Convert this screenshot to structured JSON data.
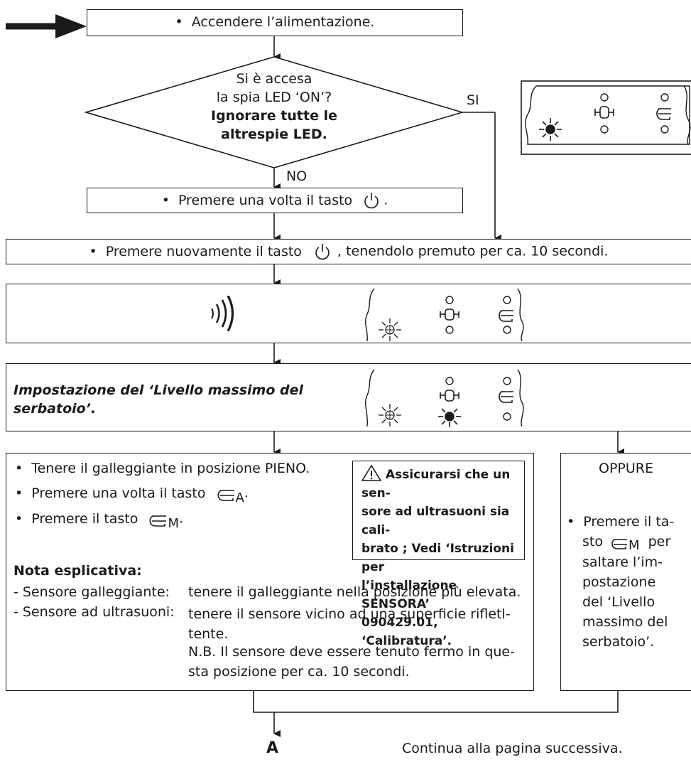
{
  "step1": {
    "text": "Accendere l’alimentazione."
  },
  "decision": {
    "line1": "Si è accesa",
    "line2": "la spia LED ‘ON’?",
    "line3": "Ignorare tutte le",
    "line4": "altrespie LED.",
    "yes": "SI",
    "no": "NO"
  },
  "step2": {
    "text_before": "Premere una volta il tasto",
    "text_after": "."
  },
  "step3": {
    "text_before": "Premere nuovamente il tasto",
    "text_after": ", tenendolo premuto per ca. 10 secondi."
  },
  "step5": {
    "title": "Impostazione del ‘Livello massimo del serbatoio’."
  },
  "left_panel": {
    "bullets": [
      "Tenere il galleggiante in posizione PIENO.",
      "Premere una volta il tasto",
      "Premere il tasto"
    ],
    "sub_A": "A",
    "sub_M": "M",
    "note_title": "Nota esplicativa:",
    "note_rows": [
      {
        "label": "- Sensore galleggiante:",
        "text": "tenere il galleggiante nella posizione più elevata."
      },
      {
        "label": "- Sensore ad ultrasuoni:",
        "text": "tenere il sensore vicino ad una superficie rifletl-tente."
      }
    ],
    "nb_line1": "N.B. Il sensore deve essere tenuto fermo in que-",
    "nb_line2": "sta posizione per ca. 10 secondi."
  },
  "warning": {
    "line1": "Assicurarsi che un sen-",
    "line2": "sore ad ultrasuoni sia cali-",
    "line3": "brato ; Vedi ‘Istruzioni per",
    "line4": "l’installazione SENSORA’",
    "line5": "090429.01, ‘Calibratura’."
  },
  "right_panel": {
    "title": "OPPURE",
    "lines": [
      "Premere il ta-",
      "sto",
      "per",
      "saltare l’im-",
      "postazione",
      "del ‘Livello",
      "massimo del",
      "serbatoio’."
    ],
    "sub_M": "M"
  },
  "footer": {
    "letter": "A",
    "text": "Continua alla pagina successiva."
  }
}
